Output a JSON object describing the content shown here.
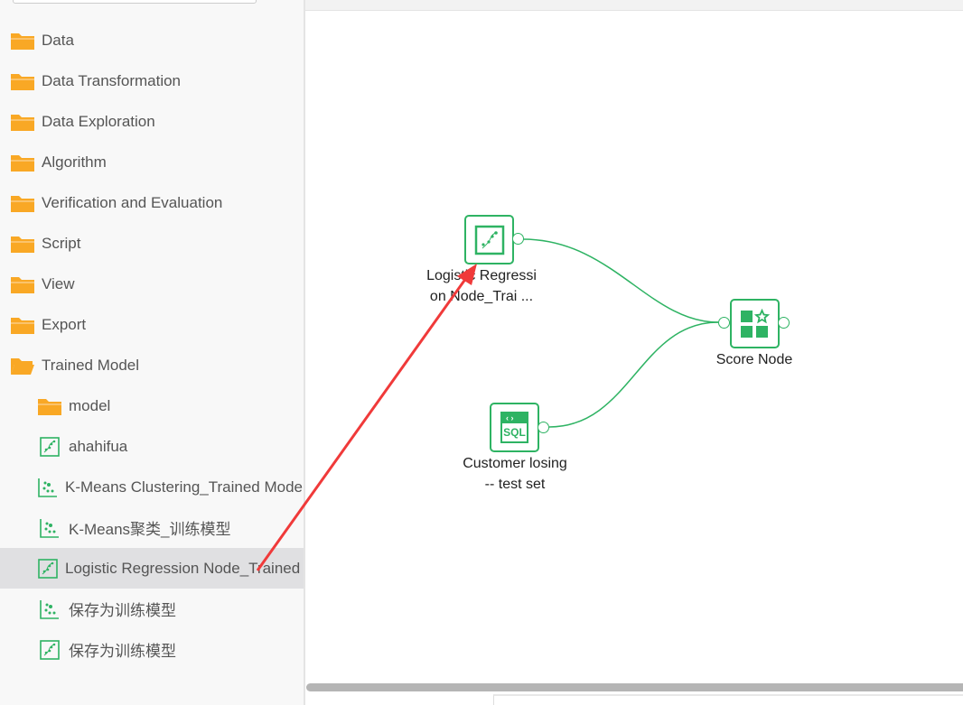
{
  "sidebar": {
    "items": [
      {
        "label": "Data",
        "icon": "folder-icon"
      },
      {
        "label": "Data Transformation",
        "icon": "folder-icon"
      },
      {
        "label": "Data Exploration",
        "icon": "folder-icon"
      },
      {
        "label": "Algorithm",
        "icon": "folder-icon"
      },
      {
        "label": "Verification and Evaluation",
        "icon": "folder-icon"
      },
      {
        "label": "Script",
        "icon": "folder-icon"
      },
      {
        "label": "View",
        "icon": "folder-icon"
      },
      {
        "label": "Export",
        "icon": "folder-icon"
      },
      {
        "label": "Trained Model",
        "icon": "folder-open-icon"
      }
    ],
    "children": [
      {
        "label": "model",
        "icon": "folder-icon"
      },
      {
        "label": "ahahifua",
        "icon": "regression-model-icon"
      },
      {
        "label": "K-Means Clustering_Trained Model",
        "icon": "cluster-model-icon"
      },
      {
        "label": "K-Means聚类_训练模型",
        "icon": "cluster-model-icon"
      },
      {
        "label": "Logistic Regression Node_Trained Model",
        "icon": "regression-model-icon",
        "selected": true
      },
      {
        "label": "保存为训练模型",
        "icon": "cluster-model-icon"
      },
      {
        "label": "保存为训练模型",
        "icon": "regression-model-icon"
      }
    ]
  },
  "canvas": {
    "nodes": {
      "lr": {
        "line1": "Logistic Regressi",
        "line2": "on Node_Trai ..."
      },
      "score": {
        "label": "Score Node"
      },
      "sql": {
        "line1": "Customer losing",
        "line2": "-- test set",
        "icon_text": "SQL"
      }
    }
  },
  "colors": {
    "accent": "#2eb363",
    "folder": "#f9a825",
    "arrow": "#f03a3a",
    "selected": "#e0e0e2"
  }
}
